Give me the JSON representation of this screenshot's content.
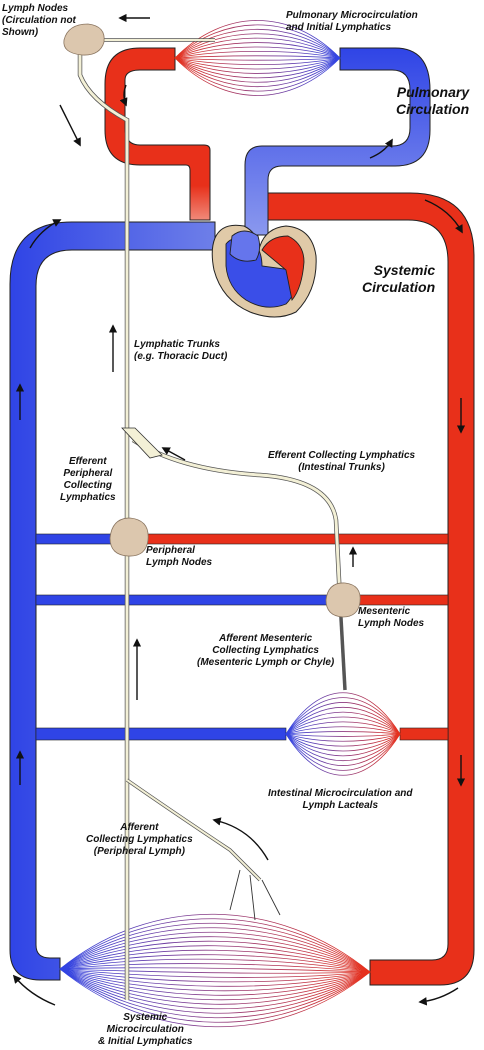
{
  "labels": {
    "lymph_nodes_top": "Lymph Nodes\n(Circulation not\nShown)",
    "pulmonary_micro": "Pulmonary Microcirculation\nand Initial Lymphatics",
    "pulmonary_circ": "Pulmonary\nCirculation",
    "systemic_circ": "Systemic\nCirculation",
    "lymphatic_trunks": "Lymphatic Trunks\n(e.g. Thoracic Duct)",
    "efferent_peripheral": "Efferent\nPeripheral\nCollecting\nLymphatics",
    "efferent_intestinal": "Efferent Collecting Lymphatics\n(Intestinal Trunks)",
    "peripheral_nodes": "Peripheral\nLymph Nodes",
    "mesenteric_nodes": "Mesenteric\nLymph Nodes",
    "afferent_mesenteric": "Afferent Mesenteric\nCollecting Lymphatics\n(Mesenteric Lymph or Chyle)",
    "intestinal_micro": "Intestinal Microcirculation and\nLymph Lacteals",
    "afferent_peripheral": "Afferent\nCollecting Lymphatics\n(Peripheral Lymph)",
    "systemic_micro": "Systemic\nMicrocirculation\n& Initial Lymphatics"
  },
  "colors": {
    "arterial": "#e8301a",
    "venous": "#2f44e6",
    "lymph_vessel": "#f3f0d6",
    "lymph_node": "#dcc7ae",
    "outline": "#222222"
  }
}
